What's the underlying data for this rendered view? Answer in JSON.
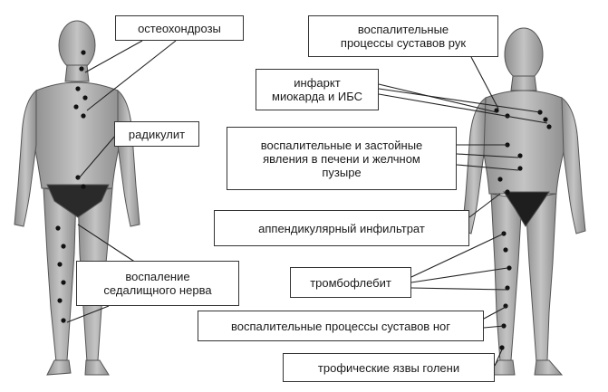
{
  "colors": {
    "ink": "#1a1a1a",
    "body_fill": "#bdbdbd",
    "body_shade": "#8e8e8e",
    "dot": "#111111"
  },
  "labels": [
    {
      "id": "osteochondrosis",
      "text": "остеохондрозы"
    },
    {
      "id": "radiculitis",
      "text": "радикулит"
    },
    {
      "id": "sciatic",
      "text": "воспаление\nседалищного нерва"
    },
    {
      "id": "arm-joints",
      "text": "воспалительные\nпроцессы суставов рук"
    },
    {
      "id": "infarction",
      "text": "инфаркт\nмиокарда и ИБС"
    },
    {
      "id": "liver",
      "text": "воспалительные и застойные\nявления в печени и желчном\nпузыре"
    },
    {
      "id": "appendix",
      "text": "аппендикулярный инфильтрат"
    },
    {
      "id": "thrombophlebitis",
      "text": "тромбофлебит"
    },
    {
      "id": "leg-joints",
      "text": "воспалительные процессы суставов ног"
    },
    {
      "id": "ulcers",
      "text": "трофические язвы голени"
    }
  ]
}
